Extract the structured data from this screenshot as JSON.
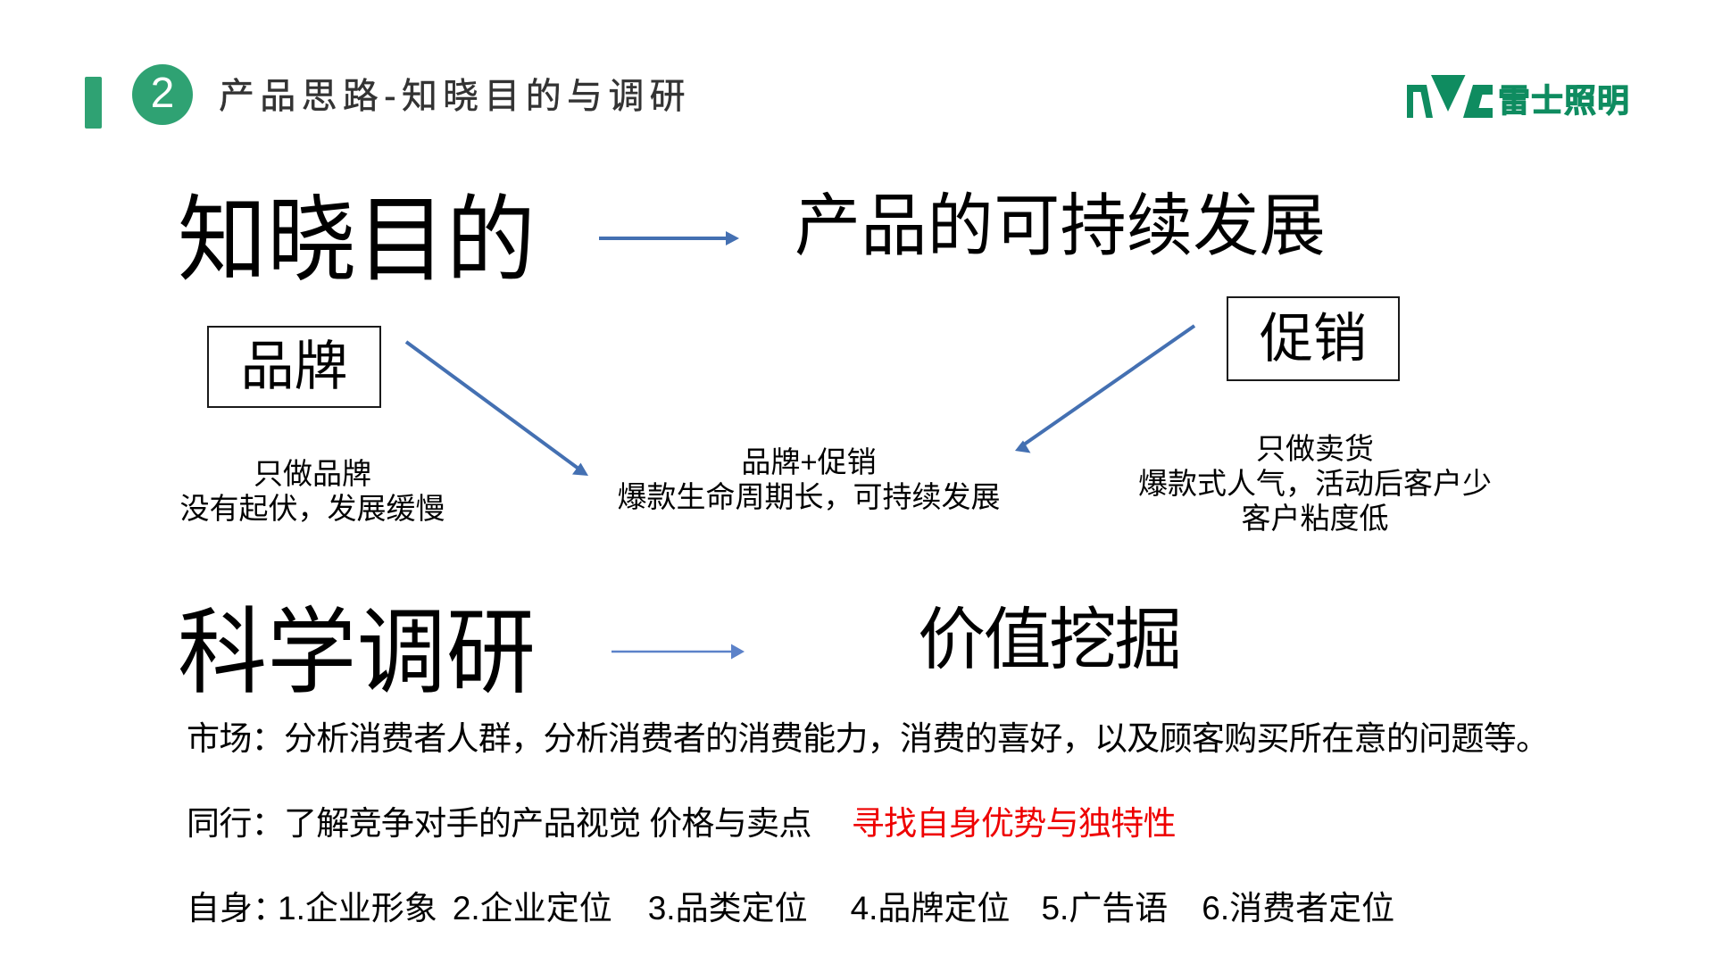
{
  "colors": {
    "accent_green": "#2FA273",
    "logo_green": "#0F8C60",
    "arrow_blue": "#4470B2",
    "arrow_blue_light": "#5C82C9",
    "highlight_red": "#EE0000",
    "title_gray": "#333333"
  },
  "header": {
    "badge_number": "2",
    "title": "产品思路-知晓目的与调研",
    "logo_text": "雷士照明"
  },
  "purpose_diagram": {
    "heading": "知晓目的",
    "result": "产品的可持续发展",
    "brand_box": "品牌",
    "promo_box": "促销",
    "note_brand": {
      "line1": "只做品牌",
      "line2": "没有起伏，发展缓慢"
    },
    "note_both": {
      "line1": "品牌+促销",
      "line2": "爆款生命周期长，可持续发展"
    },
    "note_promo": {
      "line1": "只做卖货",
      "line2": "爆款式人气，活动后客户少",
      "line3": "客户粘度低"
    }
  },
  "research_diagram": {
    "heading": "科学调研",
    "result": "价值挖掘"
  },
  "research_notes": {
    "market": "市场：分析消费者人群，分析消费者的消费能力，消费的喜好，以及顾客购买所在意的问题等。",
    "peers": "同行：了解竞争对手的产品视觉 价格与卖点",
    "peers_highlight": "寻找自身优势与独特性",
    "self_label": "自身：",
    "self_items": [
      "1.企业形象",
      "2.企业定位",
      "3.品类定位",
      "4.品牌定位",
      "5.广告语",
      "6.消费者定位"
    ]
  }
}
